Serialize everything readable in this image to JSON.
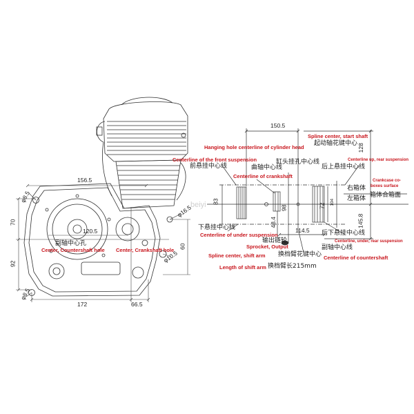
{
  "watermark": "beiyi",
  "colors": {
    "label_red": "#c8161d",
    "line": "#2f2f2f",
    "background": "#ffffff"
  },
  "labels_en": {
    "spline_center_start_shaft": "Spline center, start shaft",
    "hanging_hole_centerline_cylinder_head": "Hanging hole centerline of cylinder head",
    "centerline_front_suspension": "Centerline of the front suspension",
    "centerline_up_rear_suspension": "Centerline up, rear suspension",
    "centerline_crankshaft": "Centerline of crankshaft",
    "crankcase_surface_line1": "Crankcase co-",
    "crankcase_surface_line2": "boxes surface",
    "centerline_under_suspension": "Centerline of under suspension",
    "centerline_under_rear_suspension": "Centerline, under, rear suspension",
    "sprocket_output": "Sprocket, Output",
    "spline_center_shift_arm": "Spline center, shift arm",
    "centerline_countershaft": "Centerline of countershaft",
    "length_shift_arm": "Length of shift arm",
    "center_countershaft_hole": "Center, Countershaft hole",
    "center_crankshaft_hole": "Center, Crankshaft hole"
  },
  "labels_zh": {
    "start_shaft_spline_center": "起动轴花键中心",
    "cylinder_head_hanging_hole_centerline": "缸头挂孔中心线",
    "front_suspension_centerline": "前悬挂中心线",
    "crankshaft_centerline": "曲轴中心线",
    "rear_upper_suspension_centerline": "后上悬挂中心线",
    "right_case": "右箱体",
    "left_case": "左箱体",
    "case_joint_surface": "箱体合箱面",
    "lower_suspension_centerline": "下悬挂中心线",
    "rear_lower_suspension_centerline": "后下悬挂中心线",
    "output_sprocket": "输出链轮",
    "countershaft_centerline": "副轴中心线",
    "shift_arm_spline_center": "换档臂花键中心",
    "shift_arm_length": "换档臂长215mm",
    "countershaft_center_hole": "副轴中心孔"
  },
  "dimensions": {
    "top_width": "150.5",
    "right_upper_height": "128",
    "right_lower_height": "145.8",
    "crankcase_width": "156.5",
    "mount_hole_top": "φ8.5",
    "left_upper_height": "70",
    "left_lower_height": "92",
    "countershaft_to_crank": "120.5",
    "mount_hole_right_upper": "φ16.5",
    "mount_hole_right_lower": "φ10.5",
    "right_mount_spacing": "60",
    "mount_hole_bottom": "φ8.5",
    "bottom_width": "172",
    "bottom_right_offset": "66.5",
    "front_mount_spacing": "83",
    "rear_mount_spacing": "72",
    "rear_mount_outer": "104",
    "crank_to_sprocket": "98",
    "crank_offset": "48.4",
    "crank_to_countershaft": "114.5"
  }
}
